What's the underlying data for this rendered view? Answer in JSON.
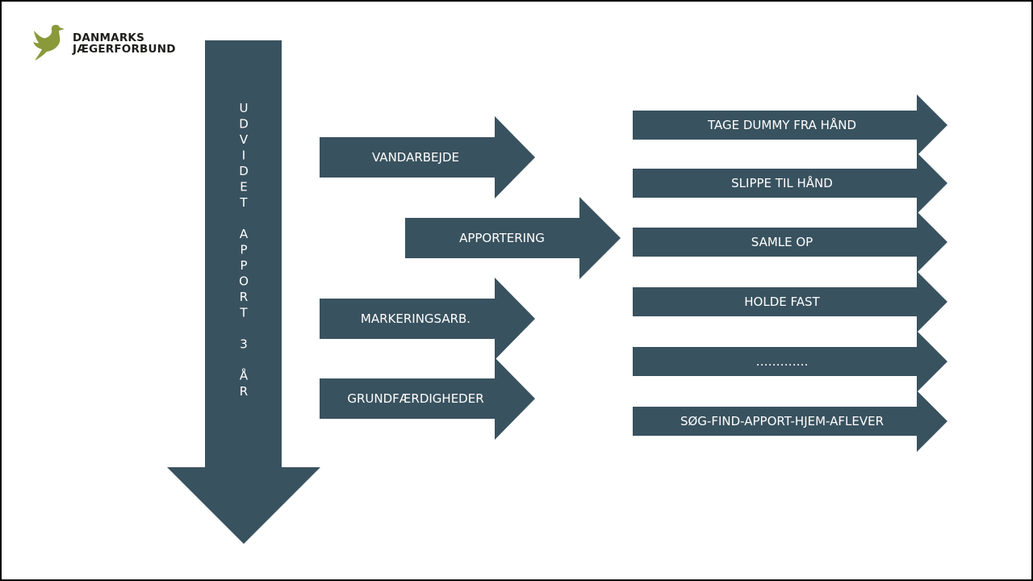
{
  "brand": {
    "line1": "DANMARKS",
    "line2": "JÆGERFORBUND",
    "text_color": "#1d1d1b",
    "mark_color": "#8a9a3a",
    "mark_icon": "duck-icon"
  },
  "diagram": {
    "arrow_color": "#39525f",
    "text_color": "#ffffff",
    "vertical_arrow": {
      "letters": [
        "U",
        "D",
        "V",
        "I",
        "D",
        "E",
        "T",
        "",
        "A",
        "P",
        "P",
        "O",
        "R",
        "T",
        "",
        "3",
        "",
        "Å",
        "R"
      ]
    },
    "middle_arrows": [
      {
        "label": "VANDARBEJDE"
      },
      {
        "label": "APPORTERING"
      },
      {
        "label": "MARKERINGSARB."
      },
      {
        "label": "GRUNDFÆRDIGHEDER"
      }
    ],
    "right_arrows": [
      {
        "label": "TAGE DUMMY FRA HÅND"
      },
      {
        "label": "SLIPPE TIL HÅND"
      },
      {
        "label": "SAMLE OP"
      },
      {
        "label": "HOLDE FAST"
      },
      {
        "label": "…………."
      },
      {
        "label": "SØG-FIND-APPORT-HJEM-AFLEVER"
      }
    ]
  }
}
